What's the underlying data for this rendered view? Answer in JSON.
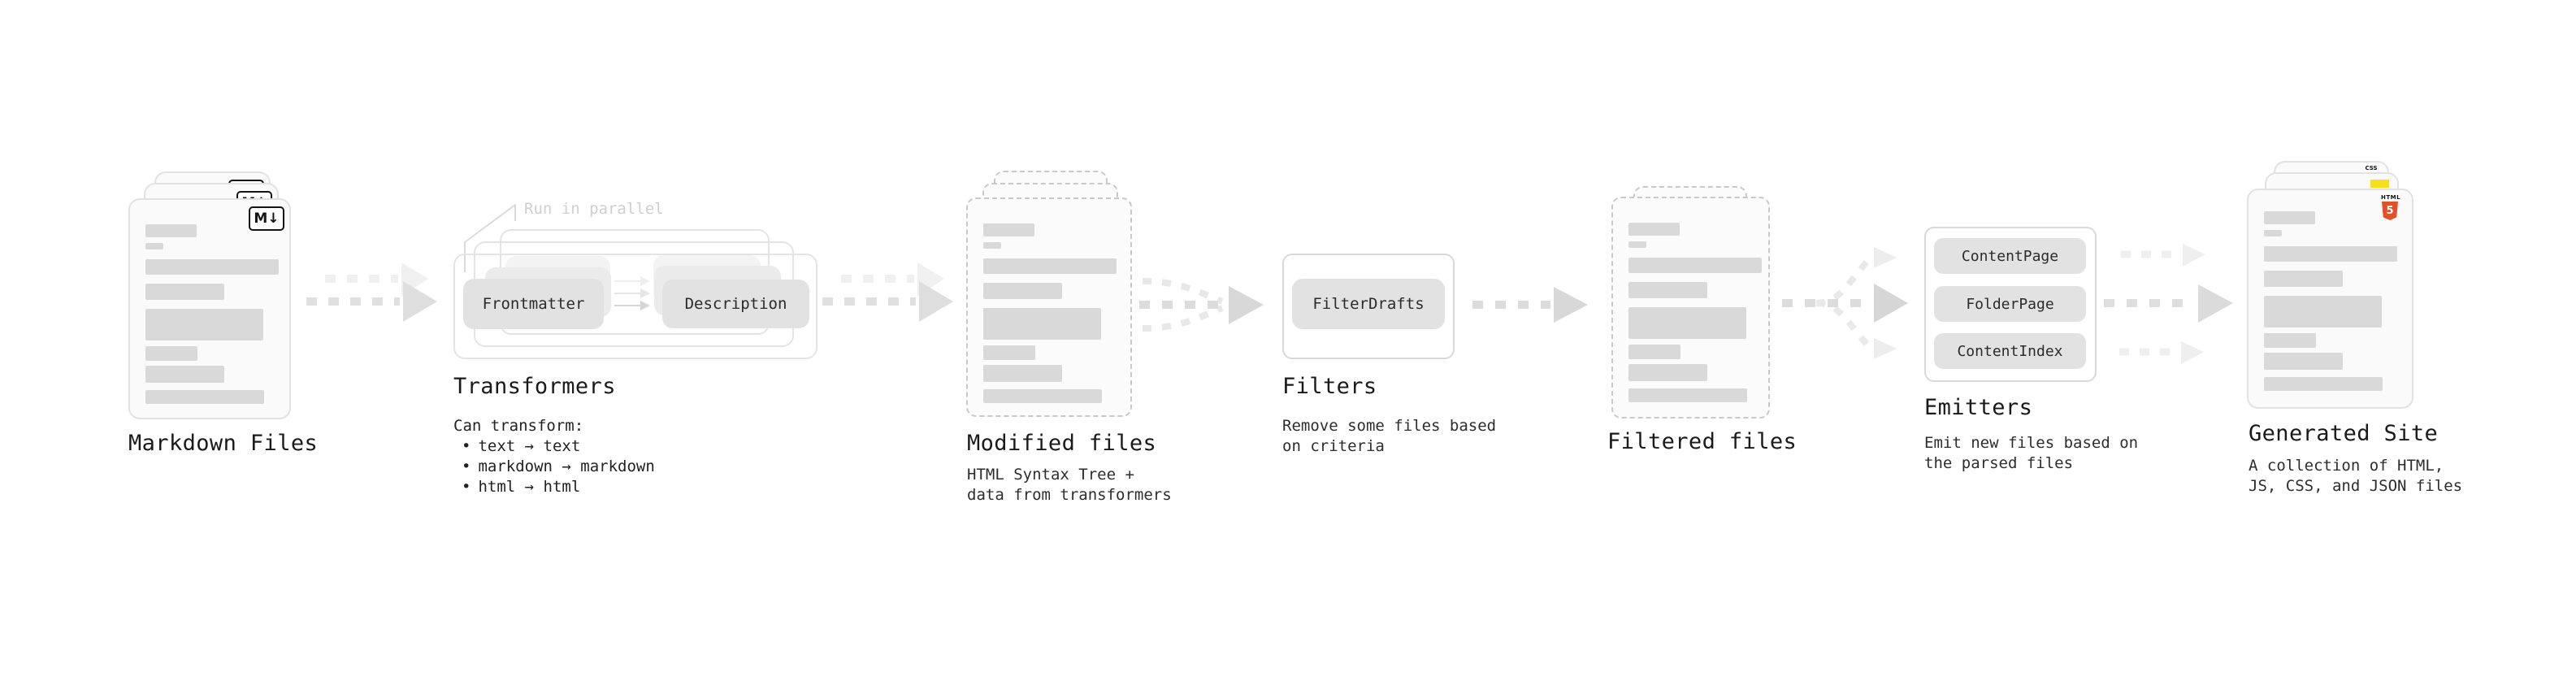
{
  "diagram": {
    "markdown_files": {
      "title": "Markdown Files",
      "badge": "M↓"
    },
    "transformers": {
      "annotation": "Run in parallel",
      "chip_source": "Frontmatter",
      "chip_target": "Description",
      "title": "Transformers",
      "body_heading": "Can transform:",
      "bullet": "•",
      "bullets": [
        "text → text",
        "markdown → markdown",
        "html → html"
      ]
    },
    "modified_files": {
      "title": "Modified files",
      "subtitle": [
        "HTML Syntax Tree +",
        "data from transformers"
      ]
    },
    "filters": {
      "chip": "FilterDrafts",
      "title": "Filters",
      "subtitle": [
        "Remove some files based",
        "on criteria"
      ]
    },
    "filtered_files": {
      "title": "Filtered files"
    },
    "emitters": {
      "chips": [
        "ContentPage",
        "FolderPage",
        "ContentIndex"
      ],
      "title": "Emitters",
      "subtitle": [
        "Emit new files based on",
        "the parsed files"
      ]
    },
    "generated_site": {
      "title": "Generated Site",
      "subtitle": [
        "A collection of HTML,",
        "JS, CSS, and JSON files"
      ],
      "css_badge": "CSS",
      "html5_label": "HTML",
      "html5_number": "5"
    }
  },
  "colors": {
    "html5_orange": "#e34f26",
    "js_yellow": "#f7df1e",
    "css_blue": "#2965f1",
    "skeleton_gray": "#d9d9d9",
    "arrow_gray": "#dedede"
  }
}
